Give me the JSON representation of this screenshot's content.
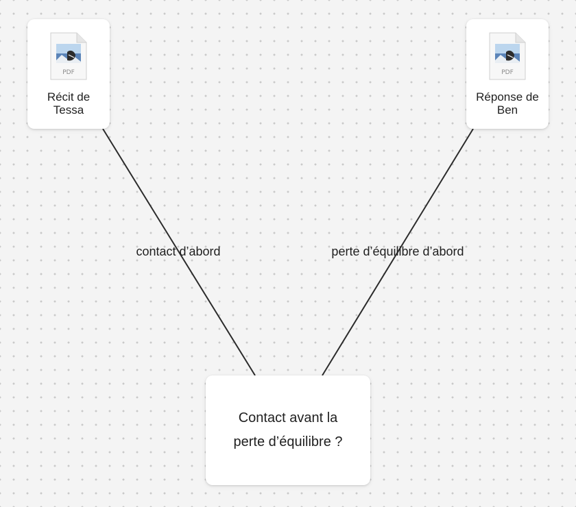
{
  "nodes": {
    "left_file": {
      "label": "Récit de Tessa",
      "icon": "pdf-file-icon",
      "badge": "PDF"
    },
    "right_file": {
      "label": "Réponse de Ben",
      "icon": "pdf-file-icon",
      "badge": "PDF"
    },
    "question": {
      "text": "Contact avant la perte d’équilibre ?"
    }
  },
  "edges": {
    "left": {
      "label": "contact d’abord"
    },
    "right": {
      "label": "perte d’équilibre d’abord"
    }
  },
  "colors": {
    "canvas": "#f4f4f4",
    "dot": "#c9c9c9",
    "card": "#ffffff",
    "edge": "#2b2b2b"
  }
}
